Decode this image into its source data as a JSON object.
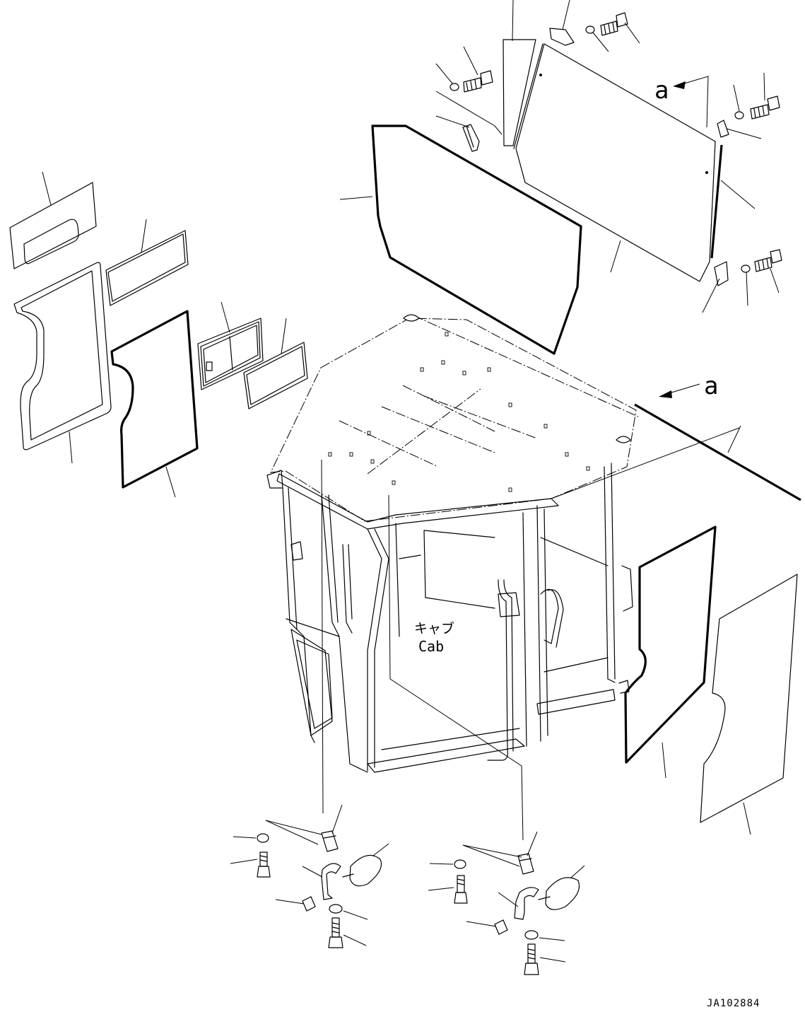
{
  "labels": {
    "view_arrow_top": "a",
    "view_arrow_right": "a",
    "cab_jp": "キャブ",
    "cab_en": "Cab",
    "drawing_number": "JA102884"
  }
}
